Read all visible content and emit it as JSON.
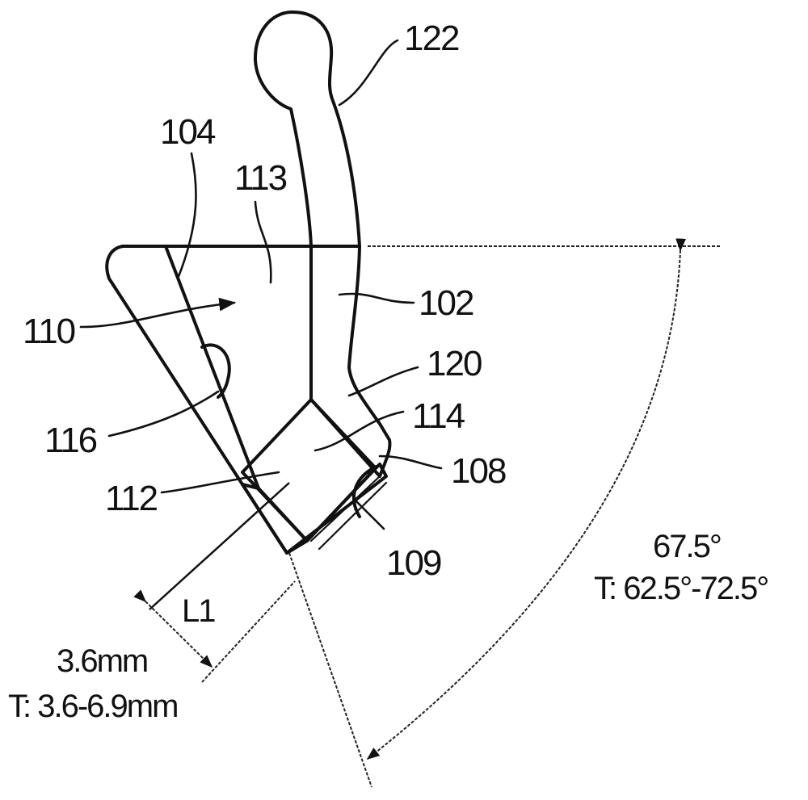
{
  "figure": {
    "type": "patent cross-section drawing",
    "reference_numerals": {
      "n122": "122",
      "n104": "104",
      "n113": "113",
      "n110": "110",
      "n102": "102",
      "n120": "120",
      "n114": "114",
      "n116": "116",
      "n108": "108",
      "n112": "112",
      "n109": "109"
    },
    "dimensions": {
      "length_label": "L1",
      "length_nominal": "3.6mm",
      "length_tolerance": "T: 3.6-6.9mm",
      "angle_nominal": "67.5°",
      "angle_tolerance": "T: 62.5°-72.5°"
    },
    "colors": {
      "line": "#111111",
      "background": "#ffffff"
    }
  }
}
